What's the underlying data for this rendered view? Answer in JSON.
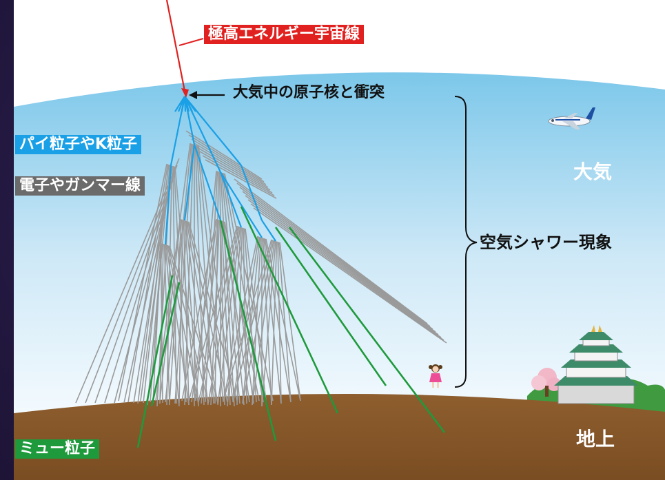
{
  "labels": {
    "cosmic_ray": "極高エネルギー宇宙線",
    "collision": "大気中の原子核と衝突",
    "pions_kaons": "パイ粒子やK粒子",
    "electrons_gamma": "電子やガンマー線",
    "muons": "ミュー粒子",
    "air_shower": "空気シャワー現象",
    "atmosphere": "大気",
    "ground": "地上"
  },
  "colors": {
    "cosmic_ray": "#e0211f",
    "pions": "#1aa0e6",
    "electrons": "#6b6b6b",
    "muons": "#1e9a3c",
    "sky": "#7cc7ea",
    "ground": "#8a5a2b"
  }
}
